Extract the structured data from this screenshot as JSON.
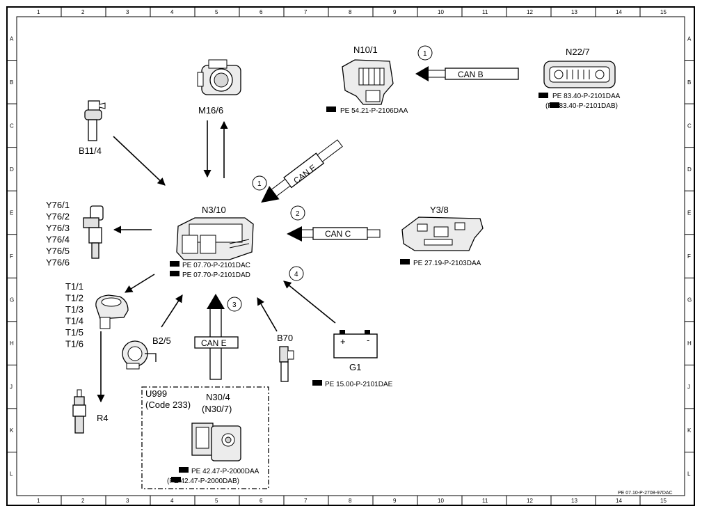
{
  "grid": {
    "columns": [
      "1",
      "2",
      "3",
      "4",
      "5",
      "6",
      "7",
      "8",
      "9",
      "10",
      "11",
      "12",
      "13",
      "14",
      "15"
    ],
    "rows": [
      "A",
      "B",
      "C",
      "D",
      "E",
      "F",
      "G",
      "H",
      "J",
      "K",
      "L"
    ]
  },
  "components": {
    "n22_7": {
      "label": "N22/7",
      "refs": [
        "PE 83.40-P-2101DAA",
        "(PE 83.40-P-2101DAB)"
      ]
    },
    "n10_1": {
      "label": "N10/1",
      "refs": [
        "PE 54.21-P-2106DAA"
      ]
    },
    "m16_6": {
      "label": "M16/6"
    },
    "b11_4": {
      "label": "B11/4"
    },
    "n3_10": {
      "label": "N3/10",
      "refs": [
        "PE 07.70-P-2101DAC",
        "PE 07.70-P-2101DAD"
      ]
    },
    "y3_8": {
      "label": "Y3/8",
      "refs": [
        "PE 27.19-P-2103DAA"
      ]
    },
    "y76": {
      "labels": [
        "Y76/1",
        "Y76/2",
        "Y76/3",
        "Y76/4",
        "Y76/5",
        "Y76/6"
      ]
    },
    "t1": {
      "labels": [
        "T1/1",
        "T1/2",
        "T1/3",
        "T1/4",
        "T1/5",
        "T1/6"
      ]
    },
    "r4": {
      "label": "R4"
    },
    "b2_5": {
      "label": "B2/5"
    },
    "b70": {
      "label": "B70"
    },
    "g1": {
      "label": "G1",
      "refs": [
        "PE 15.00-P-2101DAE"
      ],
      "plus": "+",
      "minus": "-"
    },
    "u999": {
      "code": "U999",
      "code_note": "(Code 233)",
      "label": "N30/4",
      "label_alt": "(N30/7)",
      "refs": [
        "PE 42.47-P-2000DAA",
        "(PE 42.47-P-2000DAB)"
      ]
    }
  },
  "bus": {
    "can_b": "CAN B",
    "can_e_top": "CAN E",
    "can_c": "CAN C",
    "can_e_bottom": "CAN E"
  },
  "markers": {
    "m1a": "1",
    "m1b": "1",
    "m2": "2",
    "m3": "3",
    "m4": "4"
  },
  "footer": {
    "doc_id": "PE 07.10-P-2708-97DAC"
  }
}
